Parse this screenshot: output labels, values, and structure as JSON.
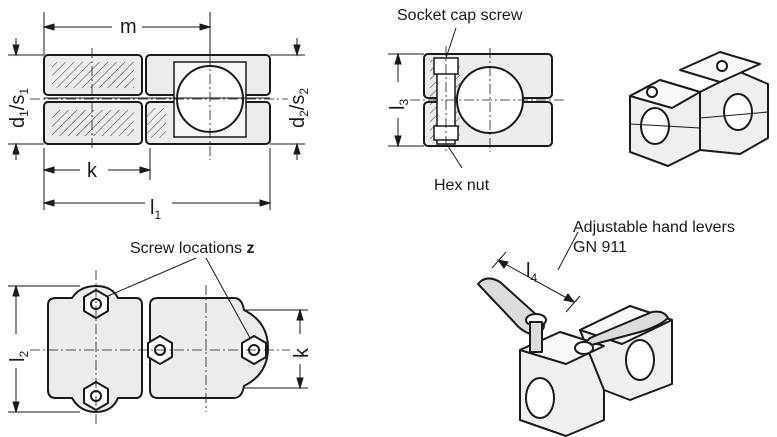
{
  "labels": {
    "m": "m",
    "k_top": "k",
    "l1_main": "l",
    "l1_sub": "1",
    "d1": "d",
    "d1_sub": "1",
    "s1": "s",
    "s1_sub": "1",
    "d2": "d",
    "d2_sub": "2",
    "s2": "s",
    "s2_sub": "2",
    "slash": "/",
    "socket_cap_screw": "Socket cap screw",
    "l3_main": "l",
    "l3_sub": "3",
    "hex_nut": "Hex nut",
    "screw_locations": "Screw locations ",
    "screw_z": "z",
    "l2_main": "l",
    "l2_sub": "2",
    "k_bottom": "k",
    "adjustable_line1": "Adjustable hand levers",
    "adjustable_line2": "GN 911",
    "l4_main": "l",
    "l4_sub": "4"
  }
}
